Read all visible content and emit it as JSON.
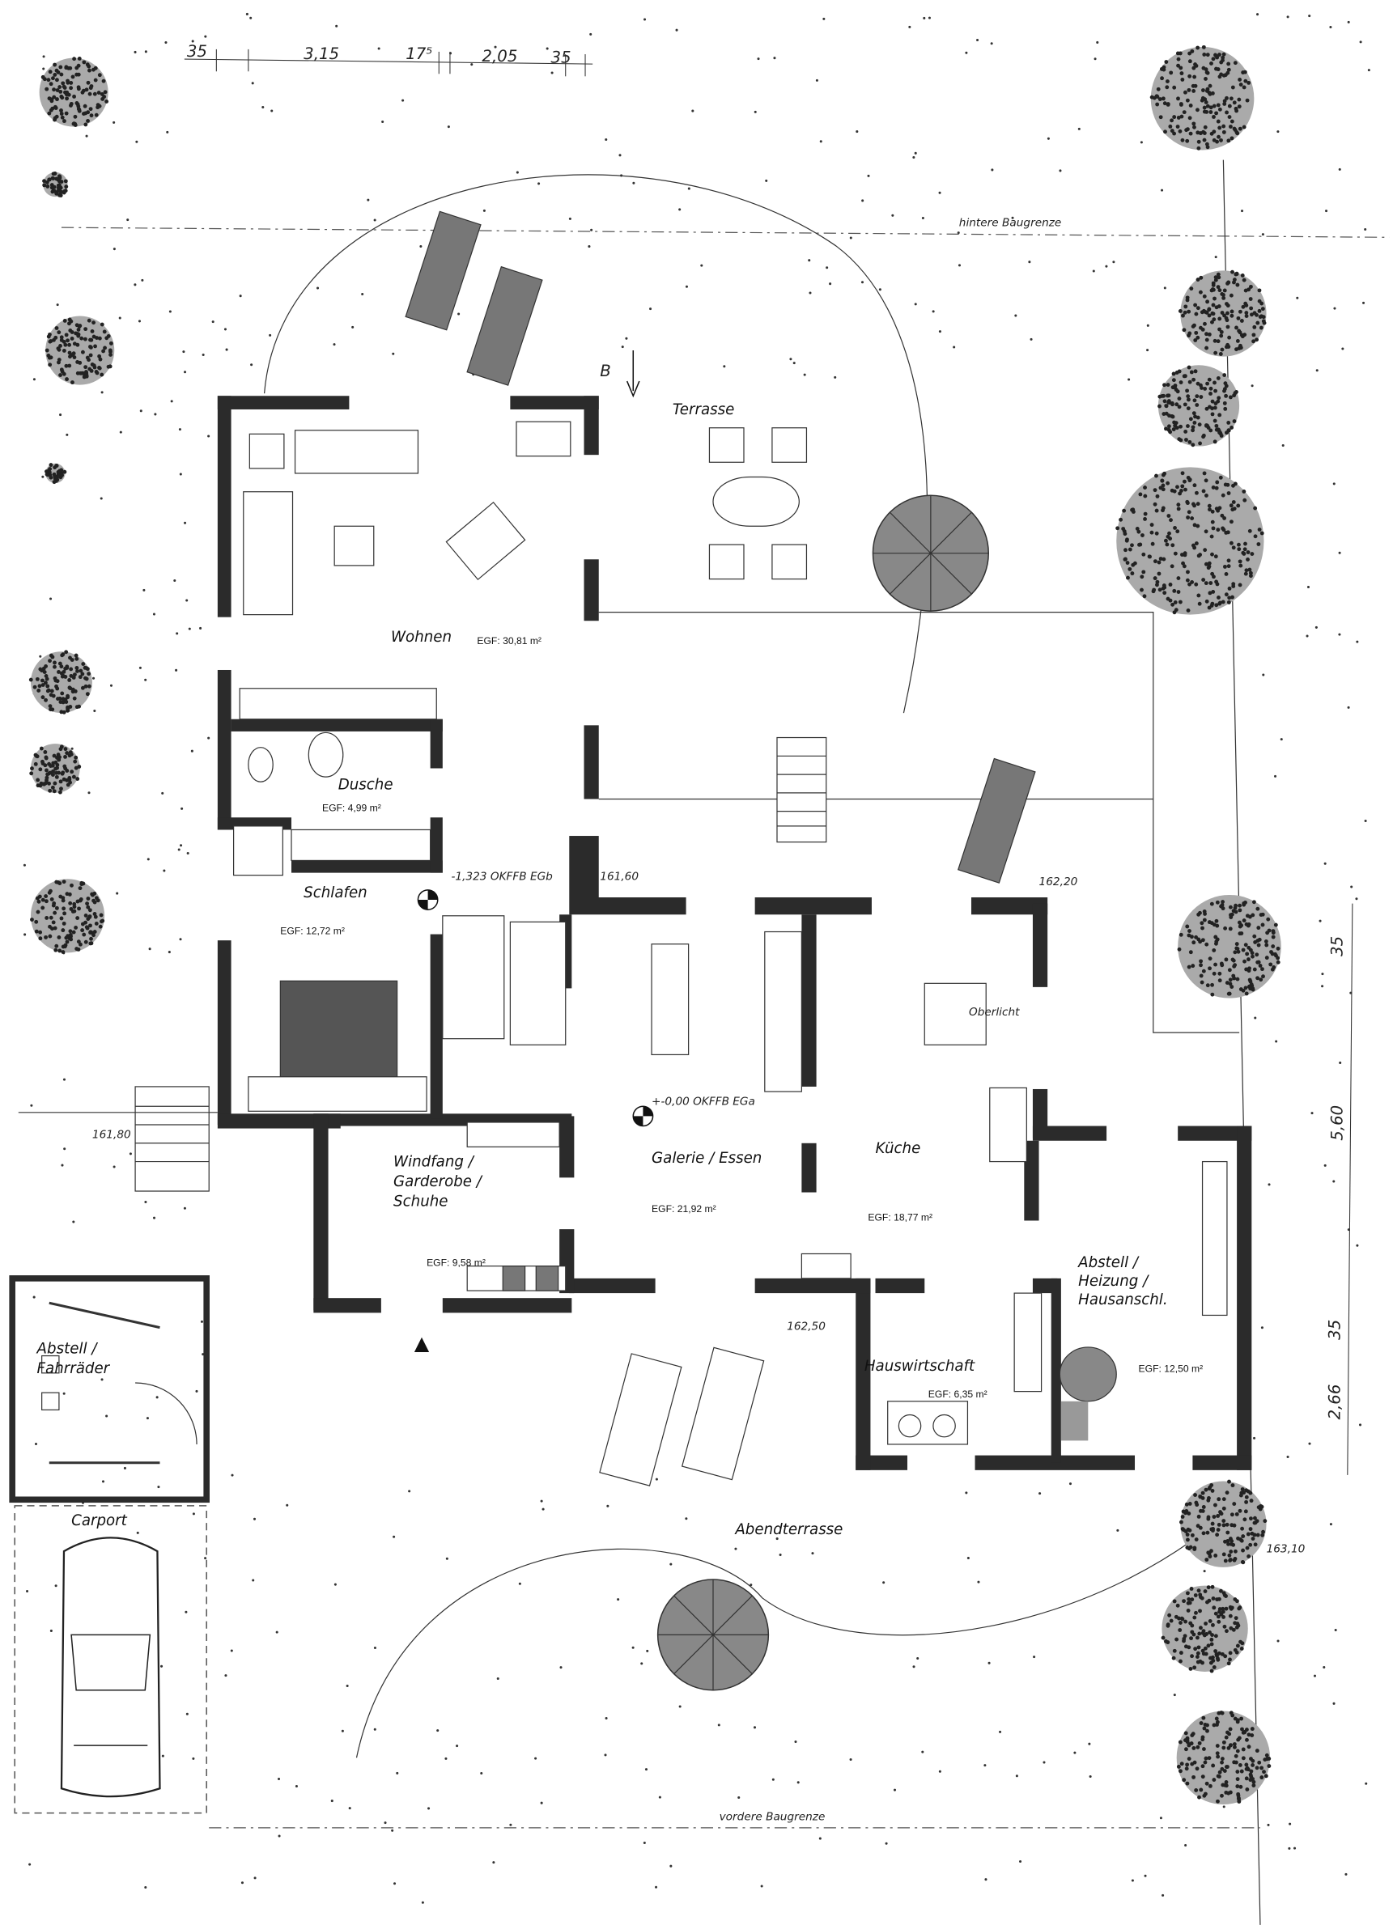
{
  "plan": {
    "top_dimensions": [
      "35",
      "3,15",
      "17⁵",
      "2,05",
      "35"
    ],
    "right_dimensions": [
      "35",
      "5,60",
      "35",
      "2,66"
    ],
    "boundaries": {
      "rear": "hintere Baugrenze",
      "front": "vordere Baugrenze"
    },
    "section_marker": "B",
    "levels": {
      "egb": "-1,323 OKFFB EGb",
      "ega": "+-0,00 OKFFB EGa"
    },
    "heights": [
      "161,60",
      "162,20",
      "161,80",
      "162,50",
      "163,10"
    ],
    "rooms": [
      {
        "name": "Wohnen",
        "area": "EGF: 30,81 m²"
      },
      {
        "name": "Dusche",
        "area": "EGF: 4,99 m²"
      },
      {
        "name": "Schlafen",
        "area": "EGF: 12,72 m²"
      },
      {
        "name": "Galerie / Essen",
        "area": "EGF: 21,92 m²"
      },
      {
        "name": "Küche",
        "area": "EGF: 18,77 m²"
      },
      {
        "name_lines": [
          "Windfang /",
          "Garderobe /",
          "Schuhe"
        ],
        "area": "EGF: 9,58 m²"
      },
      {
        "name_lines": [
          "Abstell /",
          "Heizung /",
          "Hausanschl."
        ],
        "area": "EGF: 12,50 m²"
      },
      {
        "name": "Hauswirtschaft",
        "area": "EGF: 6,35 m²"
      },
      {
        "name_lines": [
          "Abstell /",
          "Fahrräder"
        ]
      }
    ],
    "outdoor": {
      "terrace": "Terrasse",
      "evening_terrace": "Abendterrasse",
      "carport": "Carport",
      "skylight": "Oberlicht"
    }
  }
}
